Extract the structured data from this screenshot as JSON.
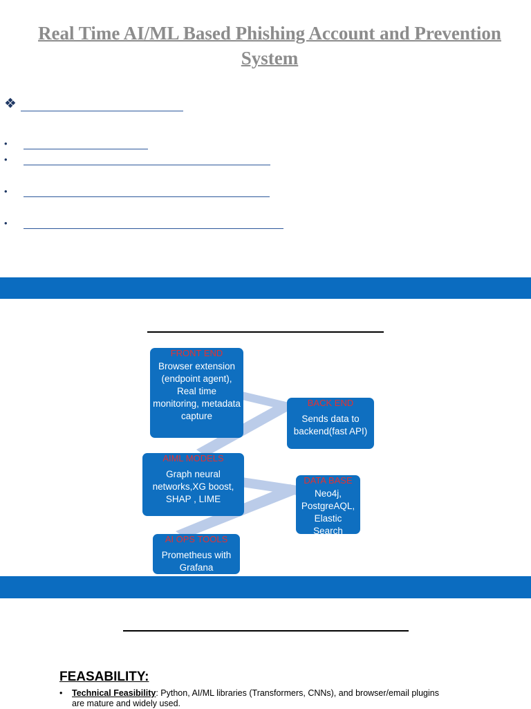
{
  "page": {
    "title_line1": "Real Time AI/ML Based Phishing Account and Prevention",
    "title_line2": "System"
  },
  "diagram": {
    "front_end": {
      "label": "FRONT END",
      "text": "Browser extension (endpoint agent), Real time monitoring, metadata capture"
    },
    "back_end": {
      "label": "BACK END",
      "text": "Sends data to backend(fast API)"
    },
    "aiml_models": {
      "label": "AIML MODELS",
      "text": "Graph neural networks,XG boost, SHAP , LIME"
    },
    "data_base": {
      "label": "DATA BASE",
      "text": "Neo4j, PostgreAQL, Elastic Search"
    },
    "ai_ops_tools": {
      "label": "AI OPS TOOLS",
      "text": "Prometheus with Grafana"
    }
  },
  "feasibility": {
    "heading": "FEASABILITY:",
    "items": [
      {
        "label": "Technical Feasibility",
        "text_line1": ": Python, AI/ML libraries (Transformers, CNNs), and browser/email plugins",
        "text_line2": "are mature and widely used."
      }
    ]
  },
  "colors": {
    "band": "#0b6cc0",
    "node": "#0f6fc0",
    "node_label": "#e53030",
    "connector": "#b4c7e7",
    "title": "#8c8c8c"
  }
}
